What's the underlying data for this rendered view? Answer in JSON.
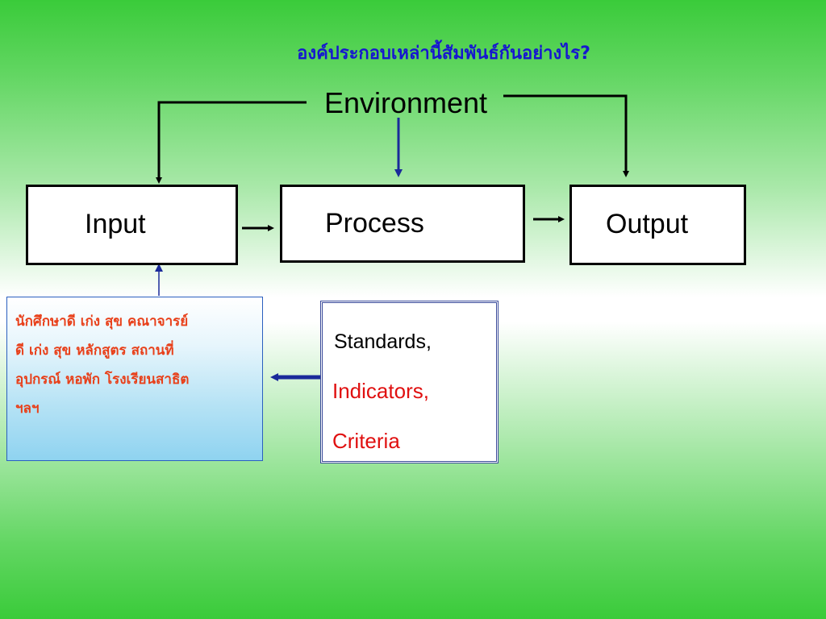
{
  "slide": {
    "title": "องค์ประกอบเหล่านี้สัมพันธ์กันอย่างไร?",
    "environment_label": "Environment",
    "input_label": "Input",
    "process_label": "Process",
    "output_label": "Output",
    "input_resources": {
      "lines": [
        "นักศึกษาดี เก่ง สุข คณาจารย์",
        "ดี เก่ง สุข หลักสูตร  สถานที่",
        "อุปกรณ์ หอพัก โรงเรียนสาธิต",
        "ฯลฯ"
      ]
    },
    "standards": {
      "line1": "Standards,",
      "line2": "Indicators,",
      "line3": "Criteria"
    }
  },
  "colors": {
    "title": "#1616d0",
    "resources_text": "#e8401a",
    "criteria_red": "#e01010",
    "blue_arrow": "#1a2a9a",
    "background_green": "#3acb3a"
  }
}
